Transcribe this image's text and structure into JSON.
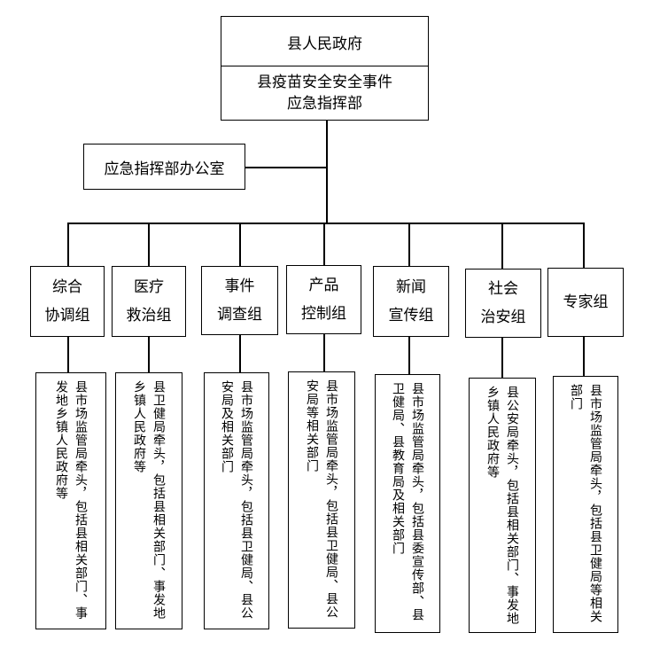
{
  "top": {
    "government": "县人民政府",
    "command_line1": "县疫苗安全安全事件",
    "command_line2": "应急指挥部"
  },
  "office": "应急指挥部办公室",
  "groups": [
    {
      "line1": "综合",
      "line2": "协调组",
      "desc": "县市场监管局牵头，包括县相关部门、事发地乡镇人民政府等"
    },
    {
      "line1": "医疗",
      "line2": "救治组",
      "desc": "县卫健局牵头，包括县相关部门、事发地乡镇人民政府等"
    },
    {
      "line1": "事件",
      "line2": "调查组",
      "desc": "县市场监管局牵头，包括县卫健局、县公安局及相关部门"
    },
    {
      "line1": "产品",
      "line2": "控制组",
      "desc": "县市场监管局牵头，包括县卫健局、县公安局等相关部门"
    },
    {
      "line1": "新闻",
      "line2": "宣传组",
      "desc": "县市场监管局牵头，包括县委宣传部、县卫健局、县教育局及相关部门"
    },
    {
      "line1": "社会",
      "line2": "治安组",
      "desc": "县公安局牵头，包括县相关部门、事发地乡镇人民政府等"
    },
    {
      "line1": "专家组",
      "line2": "",
      "desc": "县市场监管局牵头，包括县卫健局等相关部门"
    }
  ]
}
